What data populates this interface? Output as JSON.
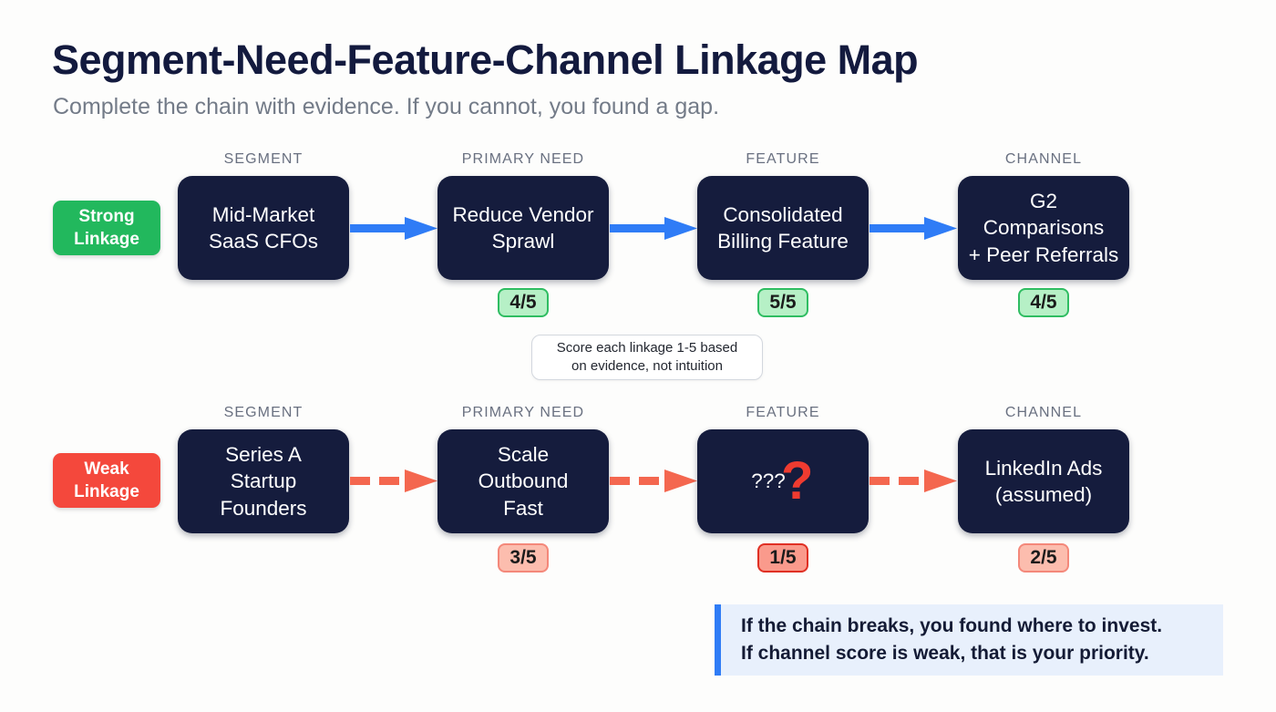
{
  "header": {
    "title": "Segment-Need-Feature-Channel Linkage Map",
    "subtitle": "Complete the chain with evidence. If you cannot, you found a gap."
  },
  "colors": {
    "background": "#fdfdfc",
    "card": "#151c3d",
    "title": "#131a3e",
    "subtitle": "#737b88",
    "caption": "#697080",
    "strong_badge": "#22b85d",
    "weak_badge": "#f4483c",
    "strong_arrow": "#2f7cf6",
    "weak_arrow": "#f4674f",
    "score_good_fill": "#b6f0c6",
    "score_good_border": "#2fbd62",
    "score_bad_fill": "#fcbdae",
    "score_bad_border": "#f4887a",
    "score_critical_border": "#e03024",
    "gap_question": "#ef3b30",
    "callout_bg": "#e8f0fc",
    "callout_bar": "#2f7cf6"
  },
  "columns": [
    {
      "caption": "SEGMENT"
    },
    {
      "caption": "PRIMARY NEED"
    },
    {
      "caption": "FEATURE"
    },
    {
      "caption": "CHANNEL"
    }
  ],
  "rows": [
    {
      "badge_label_line1": "Strong",
      "badge_label_line2": "Linkage",
      "linkage_type": "strong",
      "nodes": [
        {
          "text": "Mid-Market\nSaaS CFOs",
          "score": null
        },
        {
          "text": "Reduce Vendor\nSprawl",
          "score": "4/5"
        },
        {
          "text": "Consolidated\nBilling Feature",
          "score": "5/5"
        },
        {
          "text": "G2 Comparisons\n+ Peer Referrals",
          "score": "4/5"
        }
      ]
    },
    {
      "badge_label_line1": "Weak",
      "badge_label_line2": "Linkage",
      "linkage_type": "weak",
      "nodes": [
        {
          "text": "Series A\nStartup\nFounders",
          "score": null
        },
        {
          "text": "Scale\nOutbound\nFast",
          "score": "3/5"
        },
        {
          "text": "???",
          "gap": true,
          "gap_marker": "?",
          "score": "1/5"
        },
        {
          "text": "LinkedIn Ads\n(assumed)",
          "score": "2/5"
        }
      ]
    }
  ],
  "note": {
    "line1": "Score each linkage 1-5 based",
    "line2": "on evidence, not intuition"
  },
  "callout": {
    "line1": "If the chain breaks, you found where to invest.",
    "line2": "If channel score is weak, that is your priority."
  }
}
